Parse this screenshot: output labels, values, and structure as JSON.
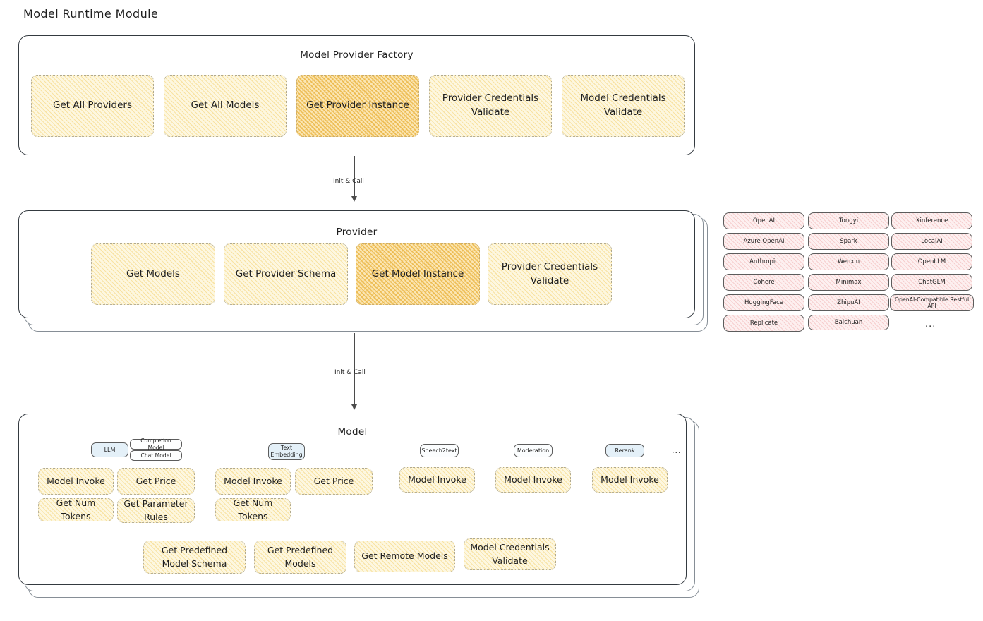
{
  "page": {
    "title": "Model Runtime Module"
  },
  "factory": {
    "title": "Model Provider Factory",
    "items": [
      {
        "label": "Get All Providers",
        "highlight": false
      },
      {
        "label": "Get All Models",
        "highlight": false
      },
      {
        "label": "Get Provider Instance",
        "highlight": true
      },
      {
        "label": "Provider Credentials Validate",
        "highlight": false
      },
      {
        "label": "Model Credentials Validate",
        "highlight": false
      }
    ]
  },
  "arrows": [
    {
      "label": "Init & Call"
    },
    {
      "label": "Init & Call"
    }
  ],
  "provider": {
    "title": "Provider",
    "items": [
      {
        "label": "Get Models",
        "highlight": false
      },
      {
        "label": "Get Provider Schema",
        "highlight": false
      },
      {
        "label": "Get Model Instance",
        "highlight": true
      },
      {
        "label": "Provider Credentials Validate",
        "highlight": false
      }
    ]
  },
  "provider_list": {
    "column1": [
      "OpenAI",
      "Azure OpenAI",
      "Anthropic",
      "Cohere",
      "HuggingFace",
      "Replicate"
    ],
    "column2": [
      "Tongyi",
      "Spark",
      "Wenxin",
      "Minimax",
      "ZhipuAI",
      "Baichuan"
    ],
    "column3": [
      "Xinference",
      "LocalAI",
      "OpenLLM",
      "ChatGLM",
      "OpenAI-Compatible Restful API"
    ],
    "more": "..."
  },
  "model": {
    "title": "Model",
    "types": [
      {
        "label": "LLM",
        "sub": [
          "Completion Model",
          "Chat Model"
        ]
      },
      {
        "label": "Text Embedding",
        "sub": []
      },
      {
        "label": "Speech2text",
        "sub": []
      },
      {
        "label": "Moderation",
        "sub": []
      },
      {
        "label": "Rerank",
        "sub": []
      }
    ],
    "more": "...",
    "llm_ops": [
      "Model Invoke",
      "Get Price",
      "Get Num Tokens",
      "Get Parameter Rules"
    ],
    "embedding_ops": [
      "Model Invoke",
      "Get Price",
      "Get Num Tokens"
    ],
    "speech_ops": [
      "Model Invoke"
    ],
    "moderation_ops": [
      "Model Invoke"
    ],
    "rerank_ops": [
      "Model Invoke"
    ],
    "common_ops": [
      "Get Predefined Model Schema",
      "Get Predefined Models",
      "Get Remote Models",
      "Model Credentials Validate"
    ]
  },
  "colors": {
    "highlight": "#fbe6b4",
    "light": "#fdf7e0",
    "provider_chip": "#fdf0f0",
    "badge": "#e4f0f8",
    "stroke": "#343a40"
  }
}
